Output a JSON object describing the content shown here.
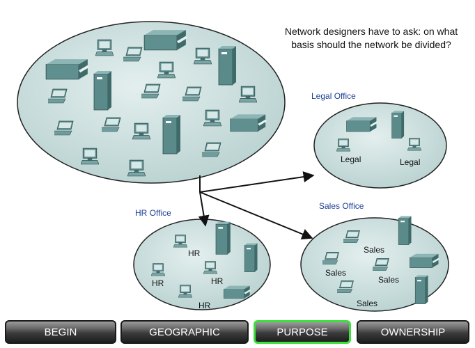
{
  "question": "Network designers have to ask: on what basis should the network be divided?",
  "offices": {
    "legal": {
      "title": "Legal Office",
      "labels": [
        "Legal",
        "Legal"
      ]
    },
    "hr": {
      "title": "HR Office",
      "labels": [
        "HR",
        "HR",
        "HR",
        "HR"
      ]
    },
    "sales": {
      "title": "Sales Office",
      "labels": [
        "Sales",
        "Sales",
        "Sales",
        "Sales"
      ]
    }
  },
  "buttons": [
    "BEGIN",
    "GEOGRAPHIC",
    "PURPOSE",
    "OWNERSHIP"
  ],
  "active_button": "PURPOSE",
  "colors": {
    "cloud_fill": "#c8dedd",
    "device_teal": "#5f8f8f",
    "title_blue": "#1c3f96",
    "active_border": "#3ee03e"
  },
  "icons": [
    "desktop-pc-icon",
    "laptop-icon",
    "server-tower-icon",
    "printer-icon"
  ]
}
